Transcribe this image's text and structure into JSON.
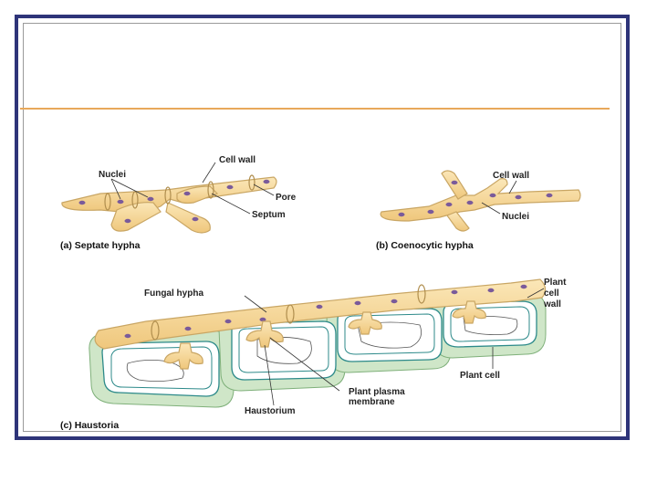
{
  "colors": {
    "frame": "#2e3479",
    "rule": "#e8a85a",
    "hypha_fill": "#f6d89a",
    "hypha_stroke": "#c9a664",
    "nucleus": "#7a5a9a",
    "cell_green": "#cfe6c8",
    "cell_teal": "#2d8a8a"
  },
  "septate": {
    "caption": "(a) Septate hypha",
    "labels": {
      "cell_wall": "Cell wall",
      "nuclei": "Nuclei",
      "pore": "Pore",
      "septum": "Septum"
    }
  },
  "coenocytic": {
    "caption": "(b) Coenocytic hypha",
    "labels": {
      "cell_wall": "Cell wall",
      "nuclei": "Nuclei"
    }
  },
  "haustoria": {
    "caption": "(c) Haustoria",
    "labels": {
      "fungal_hypha": "Fungal hypha",
      "plant_cell_wall": [
        "Plant",
        "cell",
        "wall"
      ],
      "plant_cell": "Plant cell",
      "plant_plasma_membrane": [
        "Plant plasma",
        "membrane"
      ],
      "haustorium": "Haustorium"
    }
  }
}
